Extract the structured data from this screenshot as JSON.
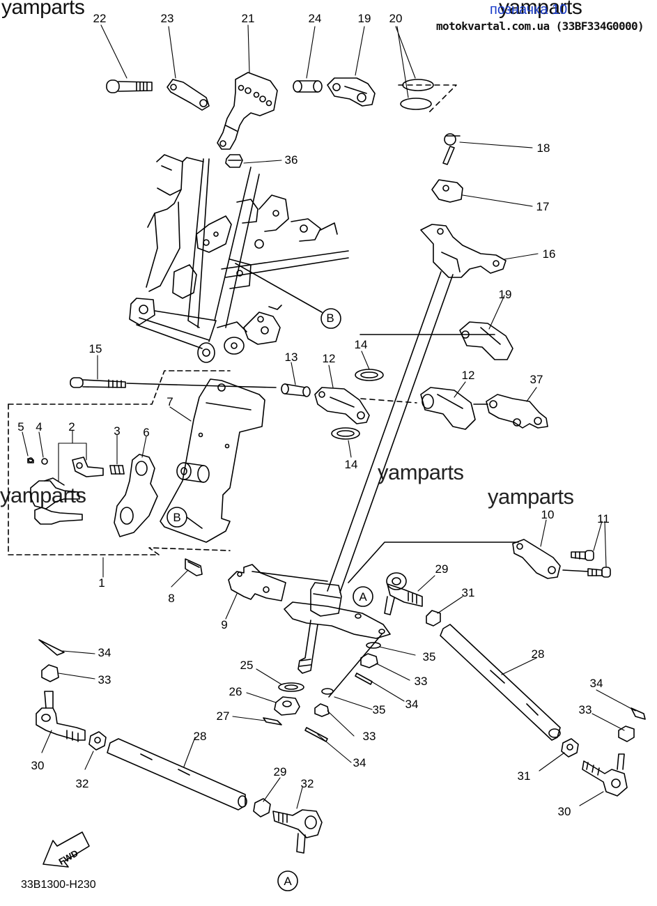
{
  "header": {
    "brand_left": "yamparts",
    "brand_right": "yamparts",
    "link_text": "позначка 10",
    "site_text": "motokvartal.com.ua (33BF334G0000)"
  },
  "watermarks": [
    "yamparts",
    "yamparts",
    "yamparts"
  ],
  "diagram": {
    "code": "33B1300-H230",
    "fwd_label": "FWD",
    "ref_a": "A",
    "ref_b": "B",
    "callouts": [
      "22",
      "23",
      "21",
      "24",
      "19",
      "20",
      "18",
      "36",
      "17",
      "16",
      "B",
      "19",
      "14",
      "15",
      "13",
      "12",
      "12",
      "37",
      "7",
      "5",
      "4",
      "2",
      "3",
      "6",
      "14",
      "yamparts",
      "10",
      "11",
      "B",
      "1",
      "8",
      "9",
      "A",
      "29",
      "31",
      "28",
      "34",
      "33",
      "35",
      "25",
      "33",
      "26",
      "34",
      "35",
      "27",
      "33",
      "34",
      "28",
      "34",
      "33",
      "30",
      "32",
      "31",
      "29",
      "32",
      "30",
      "A"
    ]
  },
  "colors": {
    "link": "#1a3cc8",
    "line": "#000000",
    "watermark": "#222222"
  }
}
